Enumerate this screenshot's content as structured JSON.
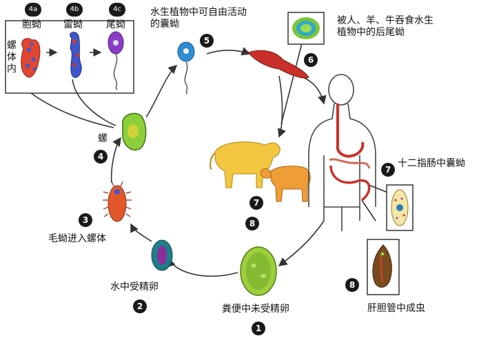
{
  "labels": {
    "sporocyst": "胞蚴",
    "redia": "雷蚴",
    "cercaria": "尾蚴",
    "in_snail": "螺体内",
    "free_cysts": "水生植物中可自由活动的囊蚴",
    "metacercaria_eaten": "被人、羊、牛吞食水生植物中的后尾蚴",
    "snail": "螺",
    "duodenum_cyst": "十二指肠中囊蚴",
    "miracidium_enter": "毛蚴进入螺体",
    "fertilized_egg": "水中受精卵",
    "unfertilized_egg": "粪便中未受精卵",
    "adult_bile_duct": "肝胆管中成虫"
  },
  "badges": {
    "b1": "1",
    "b2": "2",
    "b3": "3",
    "b4": "4",
    "b4a": "4a",
    "b4b": "4b",
    "b4c": "4c",
    "b5": "5",
    "b6": "6",
    "b7a": "7",
    "b7b": "7",
    "b8a": "8",
    "b8b": "8"
  },
  "colors": {
    "egg_green": "#9ccf3a",
    "redia_blue": "#3d57c9",
    "cow_yellow": "#f2c640",
    "sheep_orange": "#ef9d36",
    "cercaria_red": "#c93a2a",
    "liver_fluke": "#7a4a1f"
  }
}
